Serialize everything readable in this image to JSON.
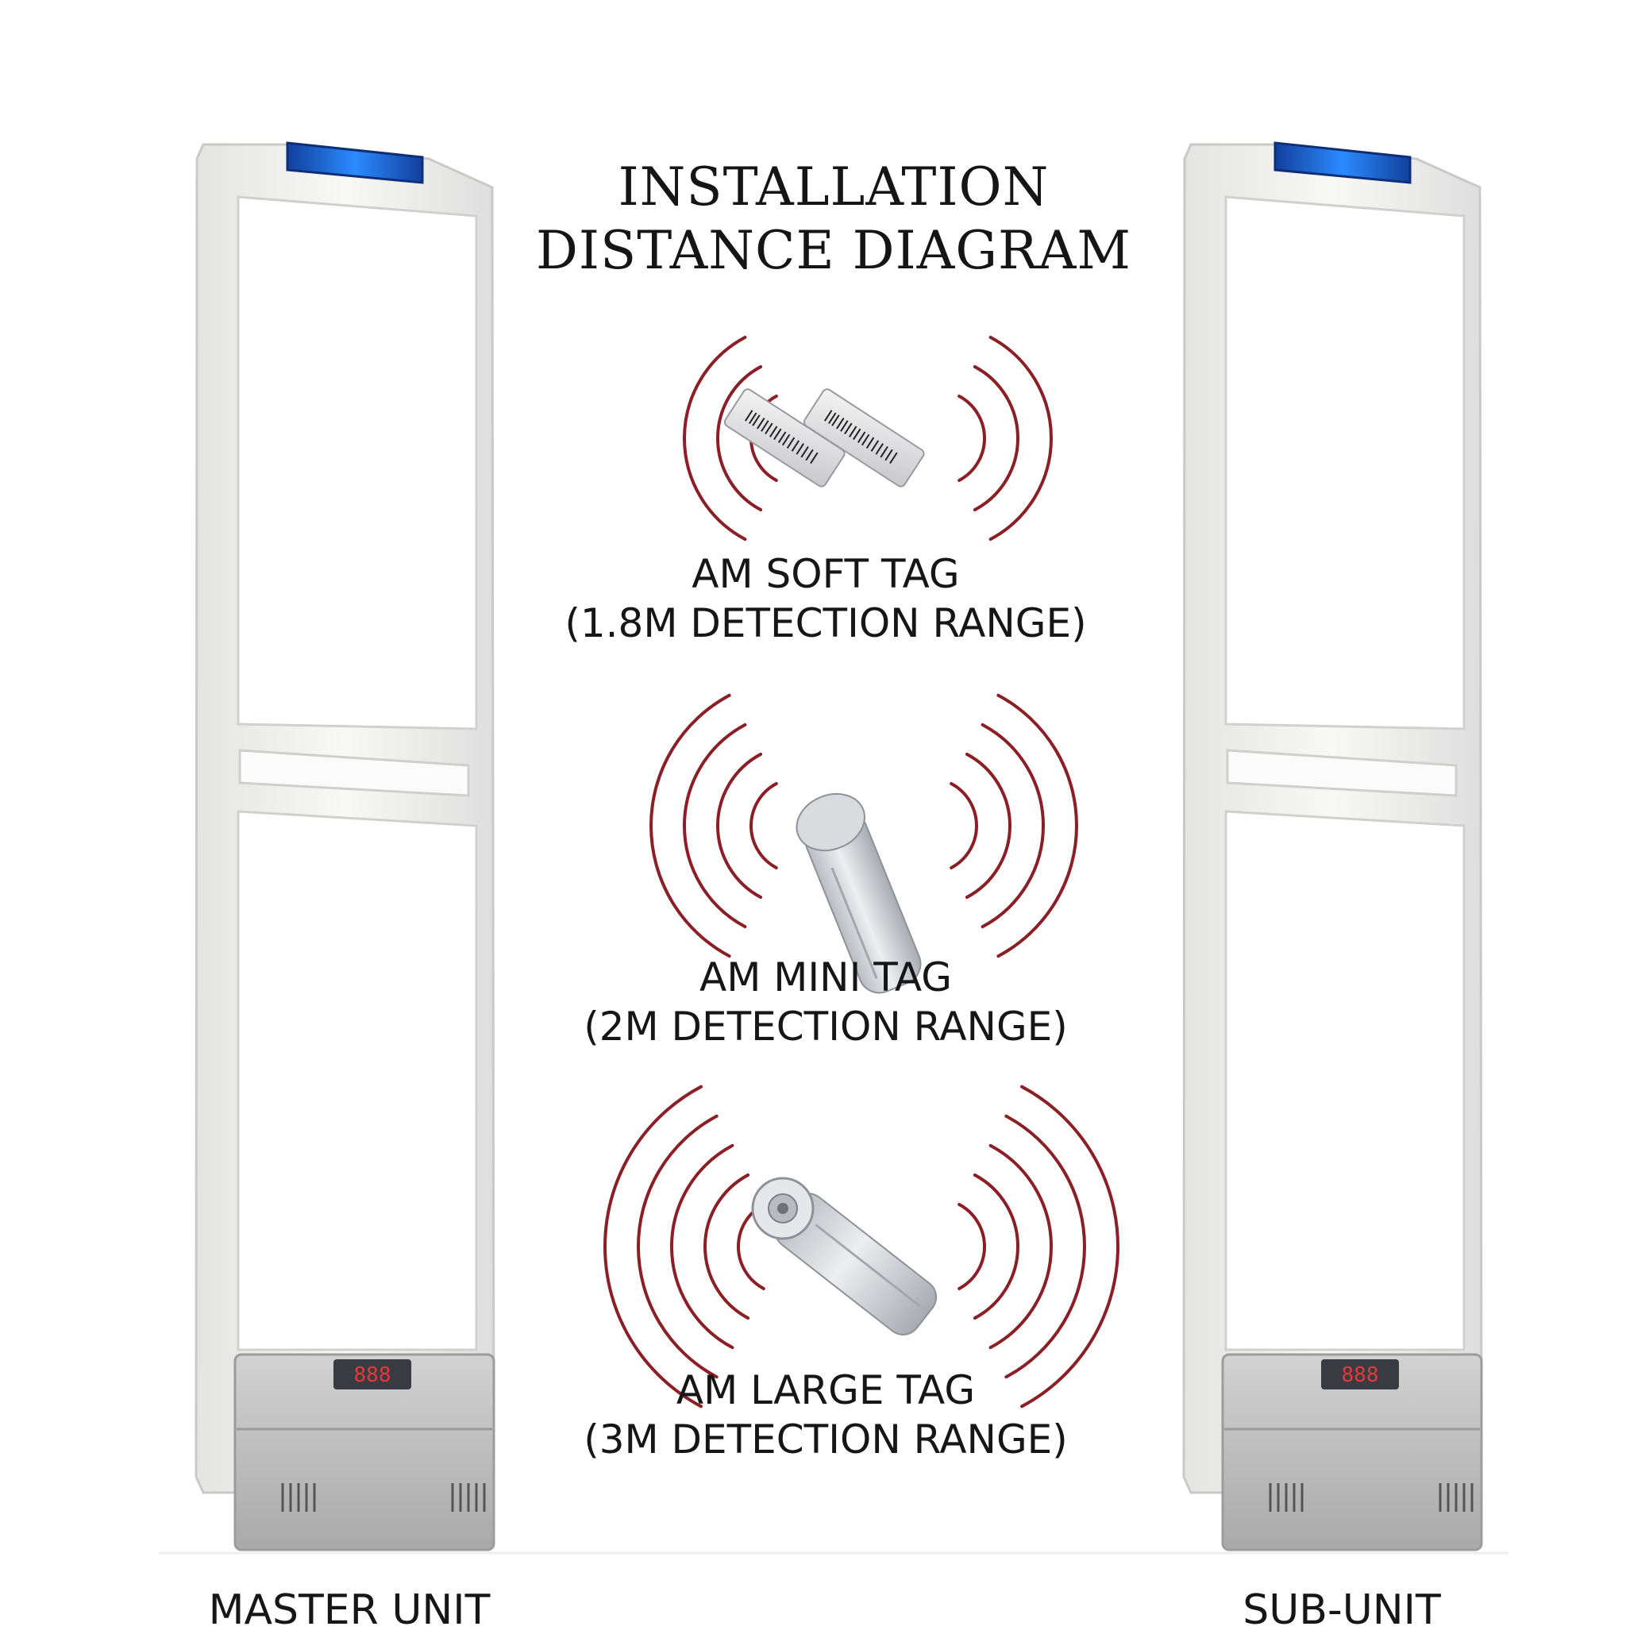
{
  "title": {
    "line1": "INSTALLATION",
    "line2": "DISTANCE DIAGRAM"
  },
  "tags": [
    {
      "name": "AM SOFT TAG",
      "range": "(1.8M DETECTION RANGE)"
    },
    {
      "name": "AM MINI TAG",
      "range": "(2M DETECTION RANGE)"
    },
    {
      "name": "AM LARGE TAG",
      "range": "(3M DETECTION RANGE)"
    }
  ],
  "units": {
    "master": "MASTER UNIT",
    "sub": "SUB-UNIT"
  },
  "colors": {
    "waves": "#8a1f25",
    "led": "#1e6de8",
    "frame": "#f1f1ef",
    "base": "#bcbcbc",
    "display_digits": "#e23a3a"
  }
}
